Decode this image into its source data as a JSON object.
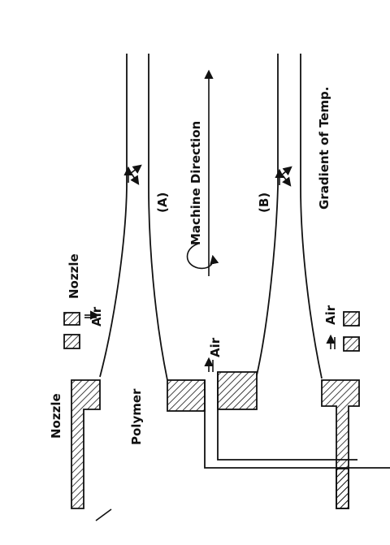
{
  "labels": {
    "nozzle_left": "Nozzle",
    "nozzle_top": "Nozzle",
    "air_top": "Air",
    "polymer": "Polymer",
    "air_mid": "Air",
    "air_bottom": "Air",
    "machine_direction": "Machine Direction",
    "tube_a": "(A)",
    "tube_b": "(B)",
    "gradient": "Gradient of Temp."
  },
  "colors": {
    "ink": "#111111",
    "paper": "#ffffff"
  }
}
